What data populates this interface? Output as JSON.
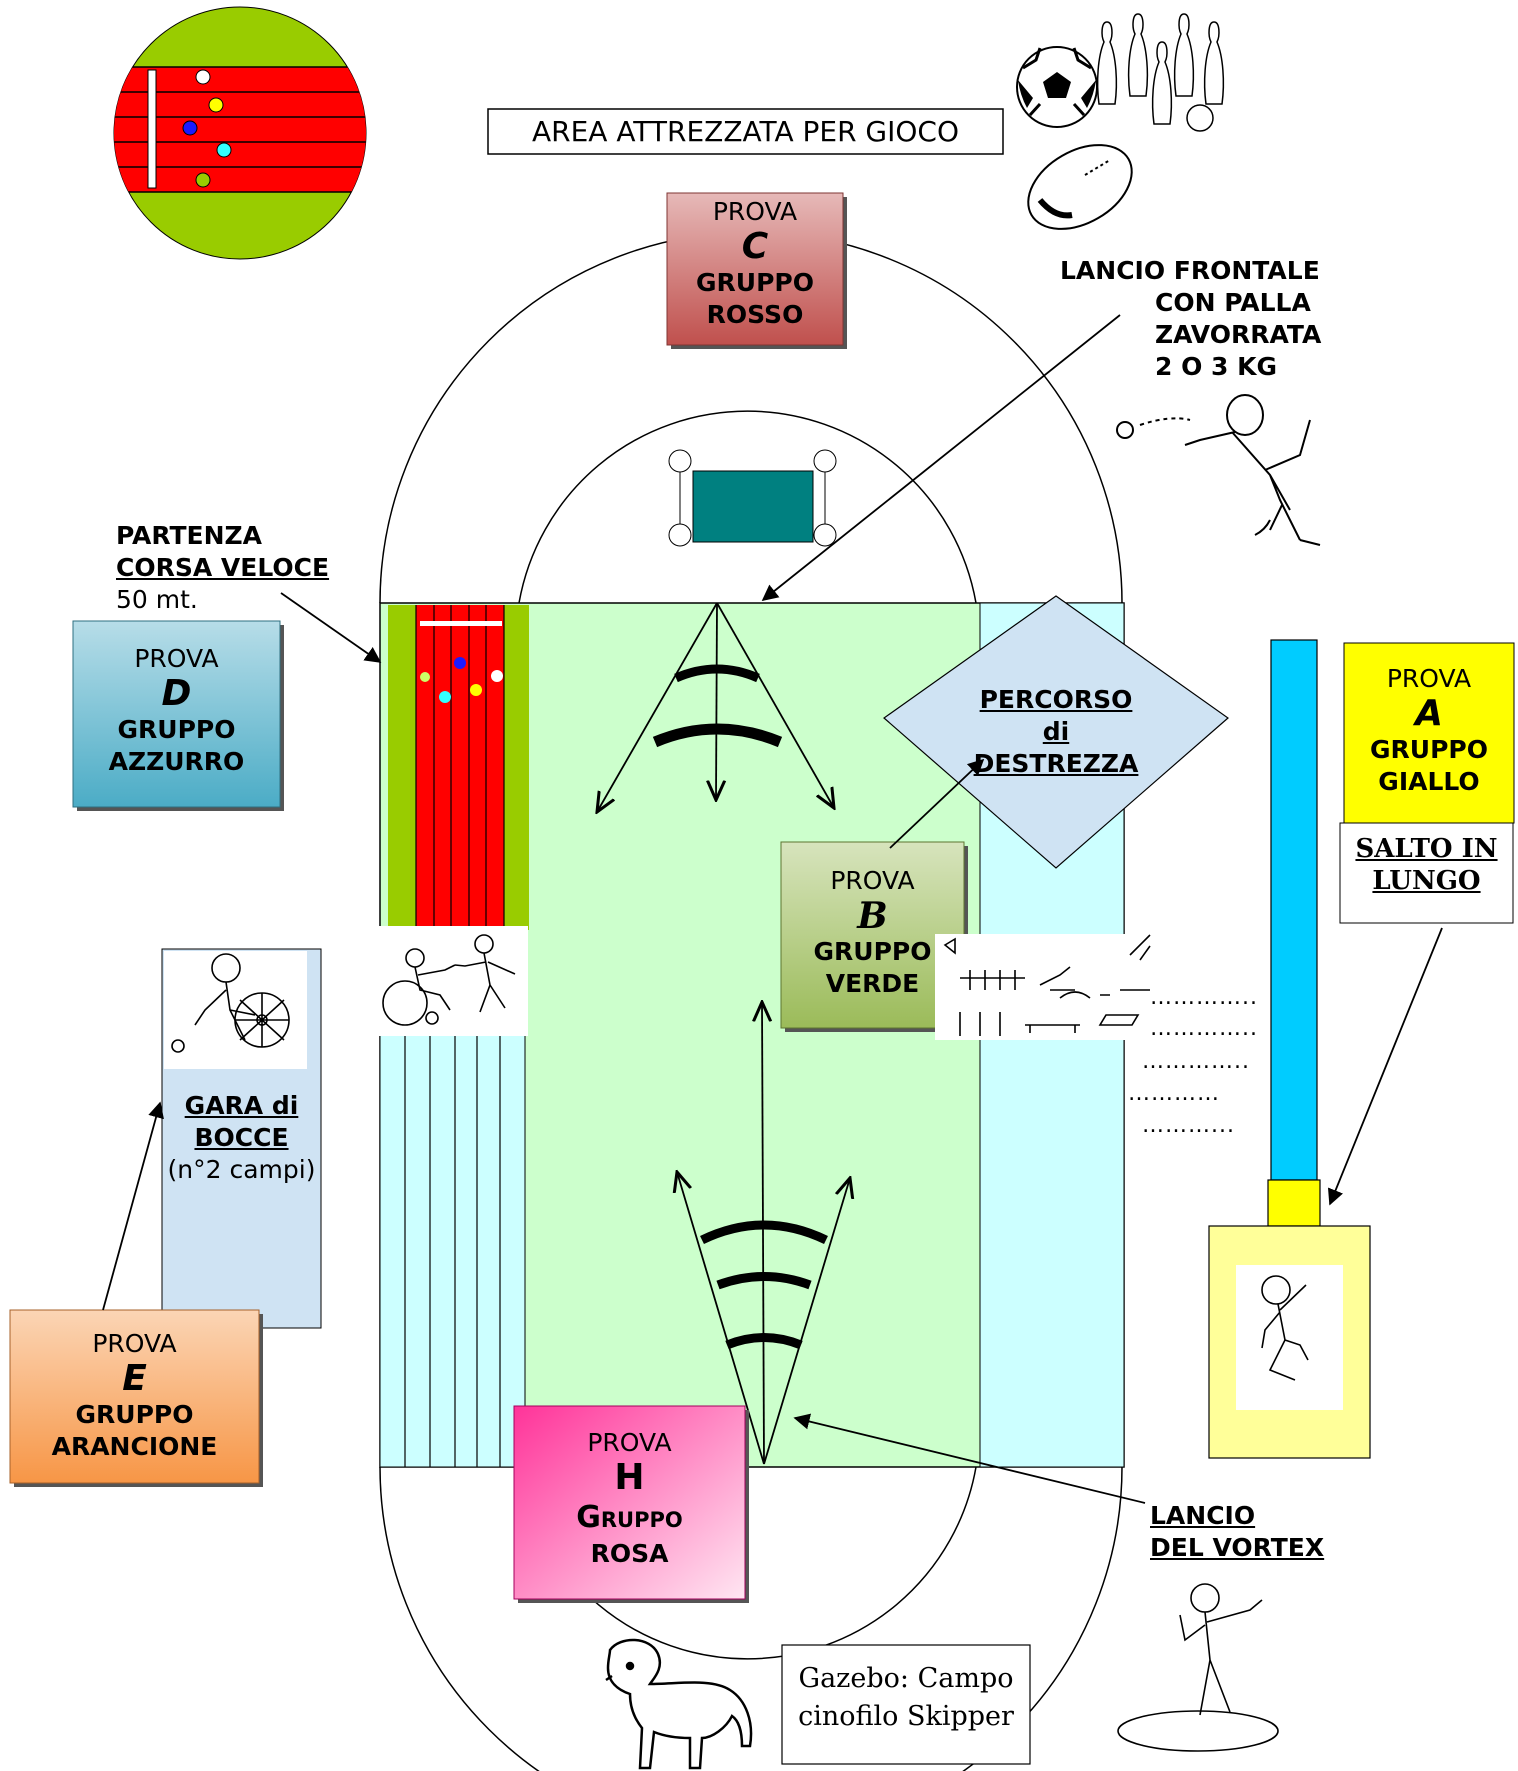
{
  "title_area": "AREA ATTREZZATA PER GIOCO",
  "stations": {
    "c": {
      "prova": "PROVA",
      "letter": "C",
      "group_line1": "GRUPPO",
      "group_line2": "ROSSO"
    },
    "d": {
      "prova": "PROVA",
      "letter": "D",
      "group_line1": "GRUPPO",
      "group_line2": "AZZURRO"
    },
    "a": {
      "prova": "PROVA",
      "letter": "A",
      "group_line1": "GRUPPO",
      "group_line2": "GIALLO"
    },
    "b": {
      "prova": "PROVA",
      "letter": "B",
      "group_line1": "GRUPPO",
      "group_line2": "VERDE"
    },
    "e": {
      "prova": "PROVA",
      "letter": "E",
      "group_line1": "GRUPPO",
      "group_line2": "ARANCIONE"
    },
    "h": {
      "prova": "PROVA",
      "letter": "H",
      "group_line1": "Gruppo",
      "group_line2": "ROSA"
    }
  },
  "labels": {
    "lancio_frontale": [
      "LANCIO  FRONTALE",
      "CON PALLA",
      "ZAVORRATA",
      "2 O 3 KG"
    ],
    "partenza_1": "PARTENZA",
    "partenza_2": "CORSA VELOCE",
    "partenza_3": "50 mt.",
    "percorso_1": "PERCORSO",
    "percorso_2": "di",
    "percorso_3": "DESTREZZA",
    "salto_1": "SALTO IN",
    "salto_2": "LUNGO",
    "bocce_1": "GARA di",
    "bocce_2": "BOCCE",
    "bocce_3": "(n°2 campi)",
    "vortex_1": "LANCIO",
    "vortex_2": "DEL VORTEX",
    "gazebo_1": "Gazebo: Campo",
    "gazebo_2": "cinofilo Skipper"
  },
  "dots": [
    "…………..",
    "…………..",
    "…………..",
    "…………",
    "………..."
  ],
  "icons": [
    "soccer-ball-icon",
    "bowling-pins-icon",
    "rugby-ball-icon",
    "thrower-icon",
    "wheelchair-runner-icon",
    "bocce-player-icon",
    "jumper-icon",
    "vortex-thrower-icon",
    "dog-icon",
    "obstacle-course-icon"
  ],
  "colors": {
    "field_green": "#ccffcc",
    "lane_cyan": "#ccffff",
    "track_red": "#ff0000",
    "grass": "#99cc00",
    "prova_c": "#c0504d",
    "prova_d": "#4bacc6",
    "prova_a": "#ffff00",
    "prova_b": "#9bbb59",
    "prova_e": "#f79646",
    "prova_h": "#ff3399",
    "teal": "#008080",
    "sand_pit": "#ffff99",
    "runway_blue": "#00ccff",
    "percorso": "#cfe3f3",
    "bocce_court": "#cfe3f3"
  }
}
